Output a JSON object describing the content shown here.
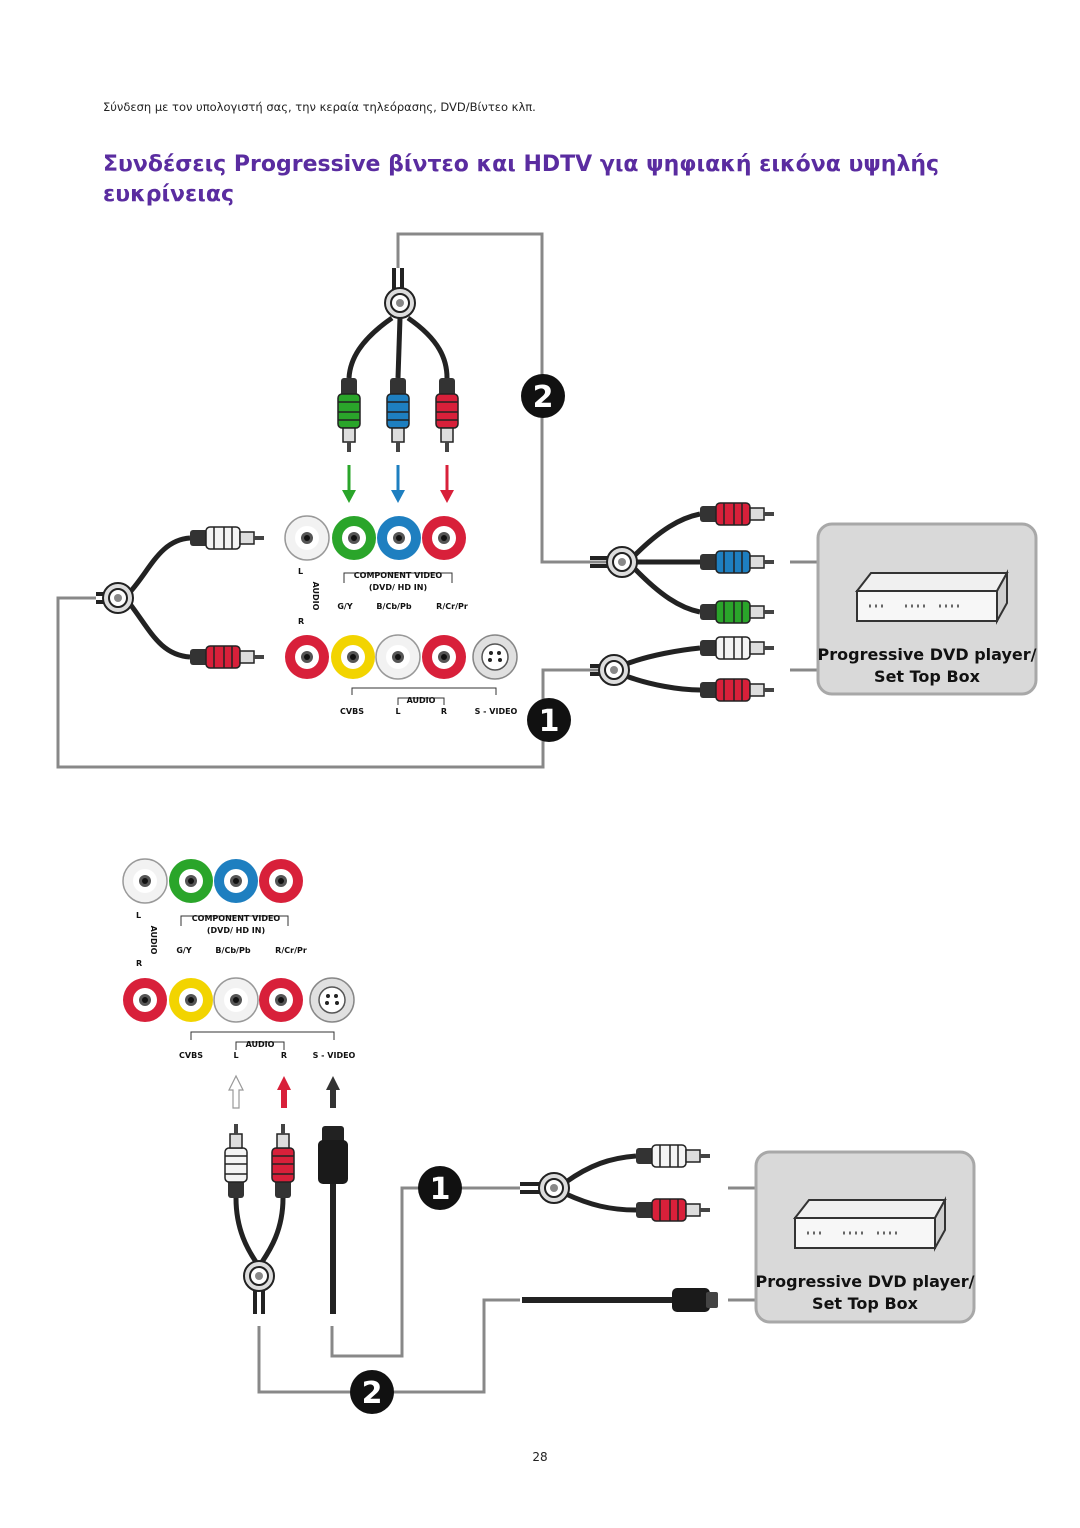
{
  "page": {
    "caption": "Σύνδεση με τον υπολογιστή σας, την κεραία τηλεόρασης, DVD/Βίντεο κλπ.",
    "heading": "Συνδέσεις Progressive βίντεο και HDTV για ψηφιακή εικόνα υψηλής ευκρίνειας",
    "page_number": "28"
  },
  "panel_labels": {
    "audio": "AUDIO",
    "audio_L": "L",
    "audio_R": "R",
    "component_video": "COMPONENT VIDEO",
    "dvd_hd_in": "(DVD/ HD IN)",
    "g_y": "G/Y",
    "b_cb_pb": "B/Cb/Pb",
    "r_cr_pr": "R/Cr/Pr",
    "cvbs": "CVBS",
    "audio_bottom": "AUDIO",
    "l_bottom": "L",
    "r_bottom": "R",
    "s_video": "S - VIDEO"
  },
  "device": {
    "line1": "Progressive DVD player/",
    "line2": "Set Top Box"
  },
  "steps": {
    "one": "1",
    "two": "2"
  },
  "colors": {
    "heading": "#5a2ca0",
    "green": "#2aa52a",
    "blue": "#1e7fc0",
    "red": "#d8203a",
    "yellow": "#f2d400",
    "white": "#f4f4f4"
  }
}
